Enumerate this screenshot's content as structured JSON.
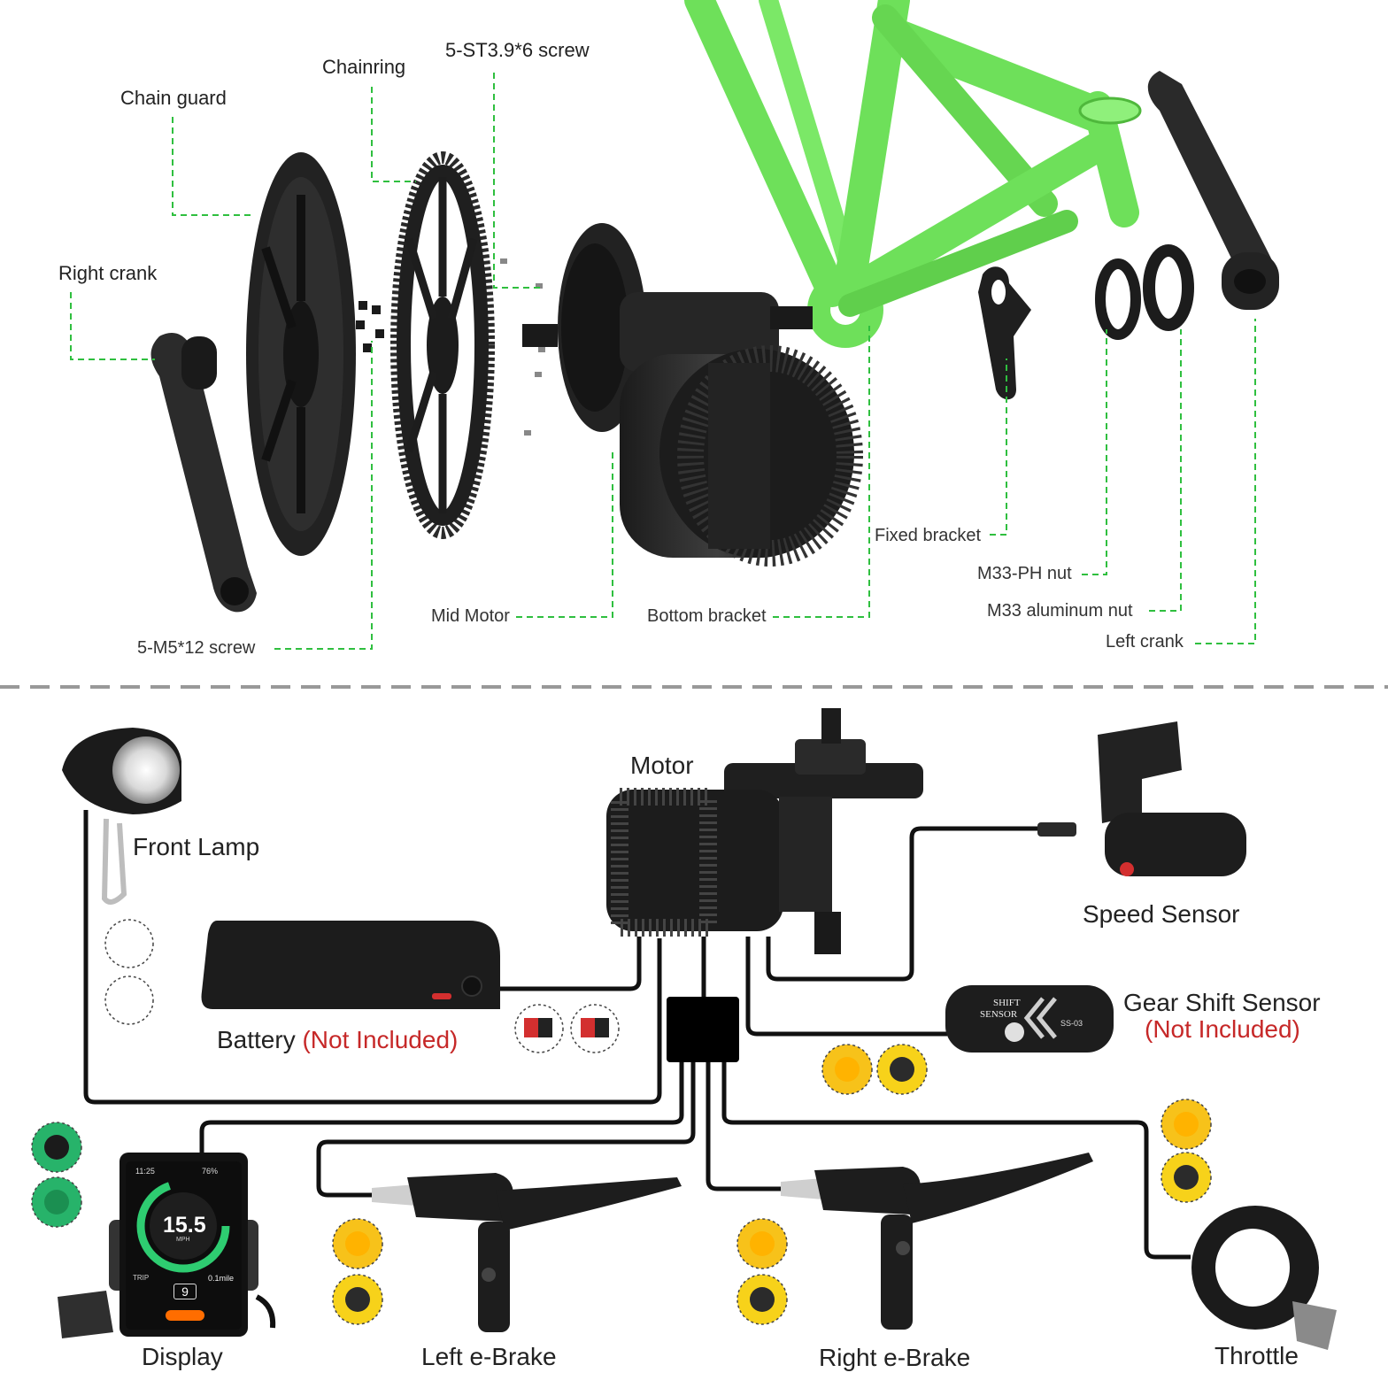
{
  "exploded_view": {
    "labels": {
      "screw_st": "5-ST3.9*6 screw",
      "chainring": "Chainring",
      "chain_guard": "Chain guard",
      "right_crank": "Right crank",
      "screw_m5": "5-M5*12 screw",
      "mid_motor": "Mid Motor",
      "bottom_bracket": "Bottom bracket",
      "fixed_bracket": "Fixed bracket",
      "m33_ph_nut": "M33-PH nut",
      "m33_aluminum_nut": "M33 aluminum nut",
      "left_crank": "Left crank"
    },
    "frame_color": "#6ee05a",
    "leader_color": "#2fbf3f"
  },
  "wiring_diagram": {
    "labels": {
      "motor": "Motor",
      "front_lamp": "Front Lamp",
      "battery": "Battery",
      "battery_note": "(Not Included)",
      "speed_sensor": "Speed Sensor",
      "gear_shift_sensor": "Gear Shift Sensor",
      "gear_shift_note": "(Not Included)",
      "display": "Display",
      "left_brake": "Left e-Brake",
      "right_brake": "Right e-Brake",
      "throttle": "Throttle"
    },
    "shift_sensor_text": {
      "line1": "SHIFT",
      "line2": "SENSOR",
      "model": "SS-03"
    },
    "display_screen": {
      "time": "11:25",
      "battery_pct": "76%",
      "speed": "15.5",
      "unit": "MPH",
      "trip_label": "TRIP",
      "trip_value": "0.1mile",
      "gear": "9"
    },
    "note_color": "#c62828",
    "connector_colors": {
      "yellow": "#f7c21a",
      "green": "#27b36a"
    }
  }
}
